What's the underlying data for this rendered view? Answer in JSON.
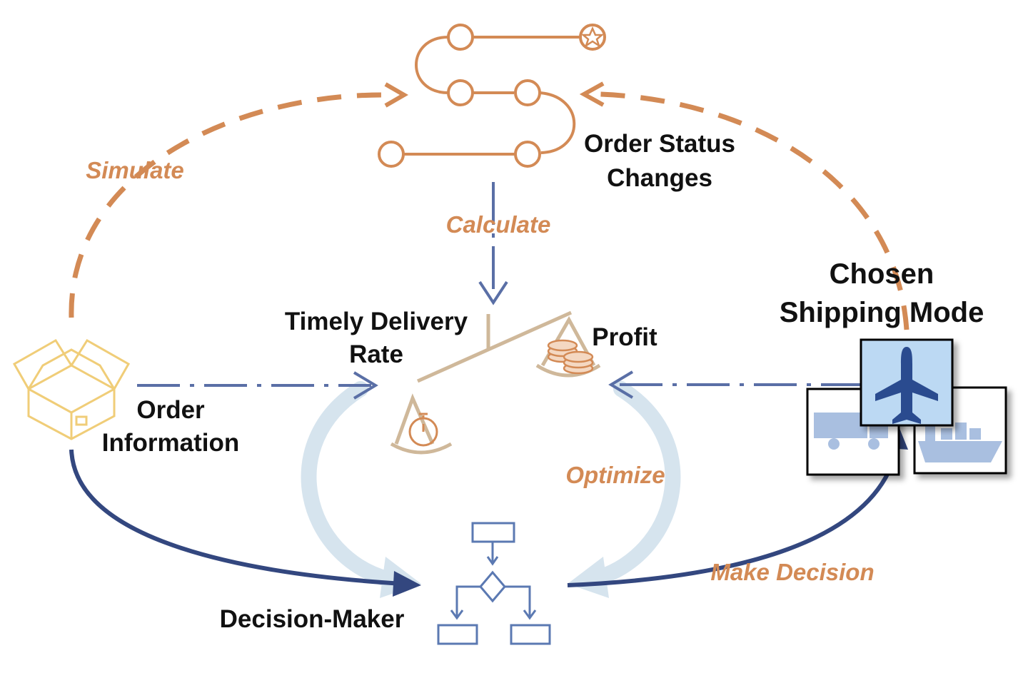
{
  "labels": {
    "order_status_line1": "Order Status",
    "order_status_line2": "Changes",
    "chosen_line1": "Chosen",
    "chosen_line2": "Shipping Mode",
    "timely_line1": "Timely Delivery",
    "timely_line2": "Rate",
    "profit": "Profit",
    "order_info_line1": "Order",
    "order_info_line2": "Information",
    "decision_maker": "Decision-Maker"
  },
  "actions": {
    "simulate": "Simulate",
    "calculate": "Calculate",
    "optimize": "Optimize",
    "make_decision": "Make Decision"
  },
  "colors": {
    "orange": "#d38a55",
    "navy": "#33477f",
    "dashblue": "#5a6fa6",
    "lightblue": "#d6e4ee",
    "tan": "#cfb89a",
    "box": "#f0cd78",
    "iconblue": "#5b79b2",
    "sky": "#bcd9f3"
  },
  "icons": [
    "route-icon",
    "balance-scale-icon",
    "stopwatch-icon",
    "coins-icon",
    "open-box-icon",
    "flowchart-icon",
    "airplane-icon",
    "truck-icon",
    "ship-icon"
  ]
}
